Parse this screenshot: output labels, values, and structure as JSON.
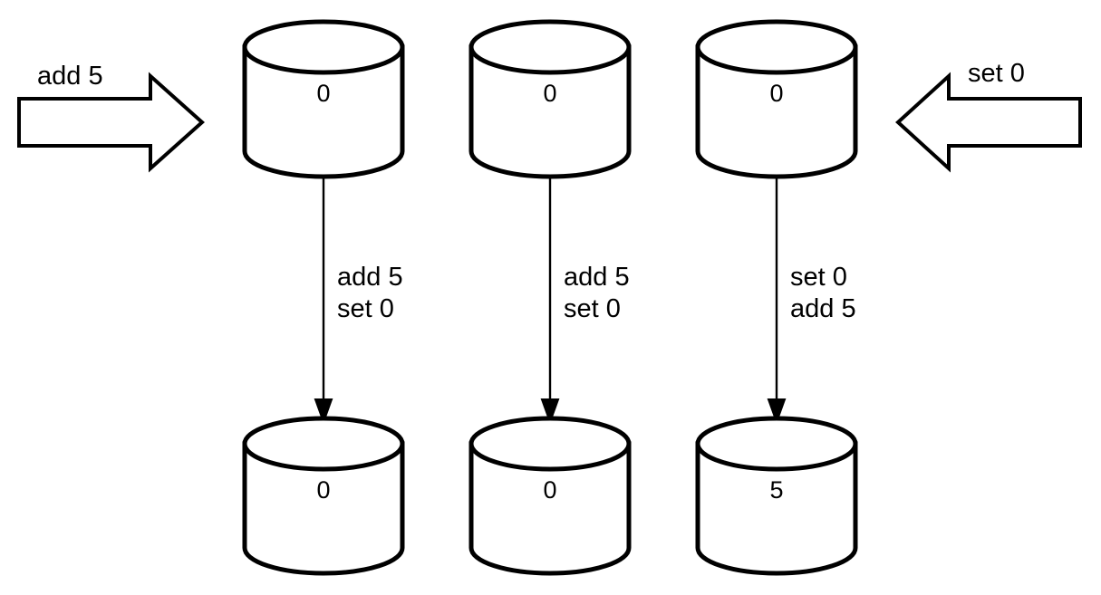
{
  "diagram": {
    "type": "replica-operation-ordering",
    "title": "",
    "background_color": "#ffffff",
    "stroke_color": "#000000",
    "fill_color": "#ffffff",
    "side_operations": [
      {
        "name": "left-incoming-operation",
        "label": "add 5",
        "direction": "right"
      },
      {
        "name": "right-incoming-operation",
        "label": "set 0",
        "direction": "left"
      }
    ],
    "columns": [
      {
        "name": "replica-1",
        "top_value": "0",
        "bottom_value": "0",
        "order_line_1": "add 5",
        "order_line_2": "set 0"
      },
      {
        "name": "replica-2",
        "top_value": "0",
        "bottom_value": "0",
        "order_line_1": "add 5",
        "order_line_2": "set 0"
      },
      {
        "name": "replica-3",
        "top_value": "0",
        "bottom_value": "5",
        "order_line_1": "set 0",
        "order_line_2": "add 5"
      }
    ]
  }
}
